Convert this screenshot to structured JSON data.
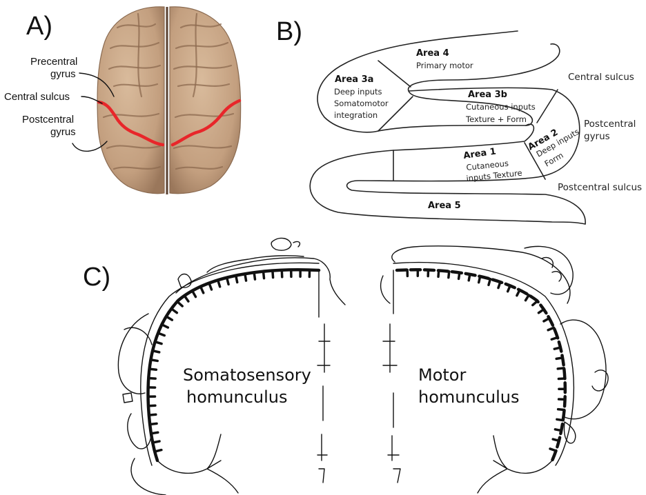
{
  "panels": {
    "a": {
      "letter": "A)",
      "labels": {
        "precentral": [
          "Precentral",
          "gyrus"
        ],
        "central_sulcus": "Central sulcus",
        "postcentral": [
          "Postcentral",
          "gyrus"
        ]
      },
      "colors": {
        "brain": "#c9a888",
        "brain_shadow": "#9e7b5e",
        "sulcus_highlight": "#e8262a"
      }
    },
    "b": {
      "letter": "B)",
      "areas": {
        "area4": {
          "title": "Area 4",
          "lines": [
            "Primary motor"
          ]
        },
        "area3a": {
          "title": "Area 3a",
          "lines": [
            "Deep inputs",
            "Somatomotor",
            "integration"
          ]
        },
        "area3b": {
          "title": "Area 3b",
          "lines": [
            "Cutaneous inputs",
            "Texture + Form"
          ]
        },
        "area1": {
          "title": "Area 1",
          "lines": [
            "Cutaneous",
            "inputs  Texture"
          ]
        },
        "area2": {
          "title": "Area 2",
          "lines": [
            "Deep inputs",
            "Form"
          ]
        },
        "area5": {
          "title": "Area 5",
          "lines": []
        }
      },
      "sulci": {
        "central": "Central sulcus",
        "postcentral_gyrus": [
          "Postcentral",
          "gyrus"
        ],
        "postcentral_sulcus": "Postcentral sulcus"
      }
    },
    "c": {
      "letter": "C)",
      "somatosensory": [
        "Somatosensory",
        "homunculus"
      ],
      "motor": [
        "Motor",
        "homunculus"
      ]
    }
  }
}
